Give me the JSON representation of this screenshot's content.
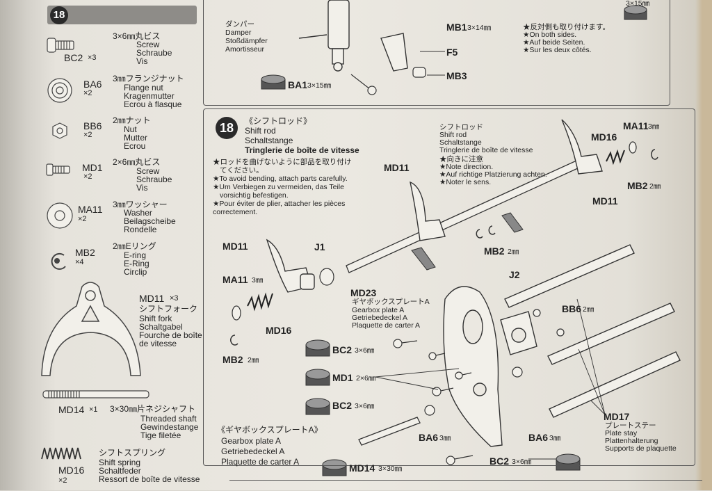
{
  "step_prev": {
    "damper_label_jp": "ダンパー",
    "damper_label_en": "Damper",
    "damper_label_de": "Stoßdämpfer",
    "damper_label_fr": "Amortisseur",
    "ba1_code": "BA1",
    "ba1_size": "3×15㎜",
    "mb1_code": "MB1",
    "mb1_size": "3×14㎜",
    "f5_code": "F5",
    "mb3_code": "MB3",
    "note_jp": "★反対側も取り付けます。",
    "note_en": "★On both sides.",
    "note_de": "★Auf beide Seiten.",
    "note_fr": "★Sur les deux côtés.",
    "corner_size": "3×15㎜"
  },
  "parts_list": {
    "step_number": "18",
    "items": [
      {
        "code": "BC2",
        "qty": "×3",
        "jp": "3×6㎜丸ビス",
        "en": "Screw",
        "de": "Schraube",
        "fr": "Vis"
      },
      {
        "code": "BA6",
        "qty": "×2",
        "jp": "3㎜フランジナット",
        "en": "Flange nut",
        "de": "Kragenmutter",
        "fr": "Ecrou à flasque"
      },
      {
        "code": "BB6",
        "qty": "×2",
        "jp": "2㎜ナット",
        "en": "Nut",
        "de": "Mutter",
        "fr": "Ecrou"
      },
      {
        "code": "MD1",
        "qty": "×2",
        "jp": "2×6㎜丸ビス",
        "en": "Screw",
        "de": "Schraube",
        "fr": "Vis"
      },
      {
        "code": "MA11",
        "qty": "×2",
        "jp": "3㎜ワッシャー",
        "en": "Washer",
        "de": "Beilagscheibe",
        "fr": "Rondelle"
      },
      {
        "code": "MB2",
        "qty": "×4",
        "jp": "2㎜Eリング",
        "en": "E-ring",
        "de": "E-Ring",
        "fr": "Circlip"
      },
      {
        "code": "MD11",
        "qty": "×3",
        "jp": "シフトフォーク",
        "en": "Shift fork",
        "de": "Schaltgabel",
        "fr": "Fourche de boîte",
        "fr2": "de vitesse"
      },
      {
        "code": "MD14",
        "qty": "×1",
        "jp": "3×30㎜片ネジシャフト",
        "en": "Threaded shaft",
        "de": "Gewindestange",
        "fr": "Tige filetée"
      },
      {
        "code": "MD16",
        "qty": "×2",
        "jp": "シフトスプリング",
        "en": "Shift spring",
        "de": "Schaltfeder",
        "fr": "Ressort de boîte de vitesse"
      }
    ]
  },
  "step18": {
    "number": "18",
    "title_jp": "《シフトロッド》",
    "title_en": "Shift rod",
    "title_de": "Schaltstange",
    "title_fr": "Tringlerie de boîte de vitesse",
    "note_jp1": "★ロッドを曲げないように部品を取り付け",
    "note_jp2": "てください。",
    "note_en1": "★To avoid bending, attach parts carefully.",
    "note_de1": "★Um Verbiegen zu vermeiden, das Teile",
    "note_de2": "vorsichtig befestigen.",
    "note_fr1": "★Pour éviter de plier, attacher les pièces",
    "note_fr2": "correctement.",
    "rod_jp": "シフトロッド",
    "rod_en": "Shift rod",
    "rod_de": "Schaltstange",
    "rod_fr": "Tringlerie de boîte de vitesse",
    "dir_jp": "★向きに注意",
    "dir_en": "★Note direction.",
    "dir_de": "★Auf richtige Platzierung achten.",
    "dir_fr": "★Noter le sens.",
    "labels": {
      "md11_a": "MD11",
      "md11_b": "MD11",
      "md11_c": "MD11",
      "md16_a": "MD16",
      "md16_b": "MD16",
      "ma11_a": "MA11",
      "ma11_a_size": "3㎜",
      "ma11_b": "MA11",
      "ma11_b_size": "3㎜",
      "mb2_a": "MB2",
      "mb2_a_size": "2㎜",
      "mb2_b": "MB2",
      "mb2_b_size": "2㎜",
      "mb2_c": "MB2",
      "mb2_c_size": "2㎜",
      "j1": "J1",
      "j2": "J2",
      "bb6": "BB6",
      "bb6_size": "2㎜",
      "bc2_a": "BC2",
      "bc2_a_size": "3×6㎜",
      "bc2_b": "BC2",
      "bc2_b_size": "3×6㎜",
      "bc2_c": "BC2",
      "bc2_c_size": "3×6㎜",
      "md1": "MD1",
      "md1_size": "2×6㎜",
      "ba6_a": "BA6",
      "ba6_a_size": "3㎜",
      "ba6_b": "BA6",
      "ba6_b_size": "3㎜",
      "md14": "MD14",
      "md14_size": "3×30㎜"
    },
    "md23_code": "MD23",
    "md23_jp": "ギヤボックスプレートA",
    "md23_en": "Gearbox plate A",
    "md23_de": "Getriebedeckel A",
    "md23_fr": "Plaquette de carter A",
    "gb_jp": "《ギヤボックスプレートA》",
    "gb_en": "Gearbox plate A",
    "gb_de": "Getriebedeckel A",
    "gb_fr": "Plaquette de carter A",
    "md17_code": "MD17",
    "md17_jp": "プレートステー",
    "md17_en": "Plate stay",
    "md17_de": "Plattenhalterung",
    "md17_fr": "Supports de plaquette"
  }
}
